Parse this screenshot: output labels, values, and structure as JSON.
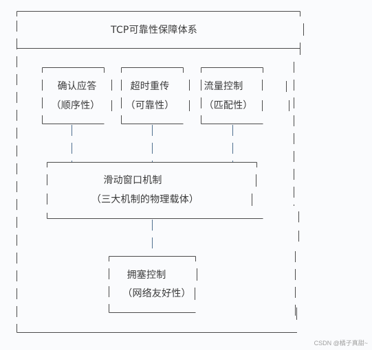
{
  "system": {
    "title": "TCP可靠性保障体系"
  },
  "mechanisms": [
    {
      "name": "确认应答",
      "role": "（顺序性）"
    },
    {
      "name": "超时重传",
      "role": "（可靠性）"
    },
    {
      "name": "流量控制",
      "role": "（匹配性）"
    }
  ],
  "carrier": {
    "name": "滑动窗口机制",
    "role": "（三大机制的物理载体）"
  },
  "congestion": {
    "name": "拥塞控制",
    "role": "（网络友好性）"
  },
  "watermark": "CSDN @橘子真甜~",
  "colors": {
    "line": "#4a4a4a",
    "connector": "#4f6f8f",
    "background": "#fafbfd"
  }
}
